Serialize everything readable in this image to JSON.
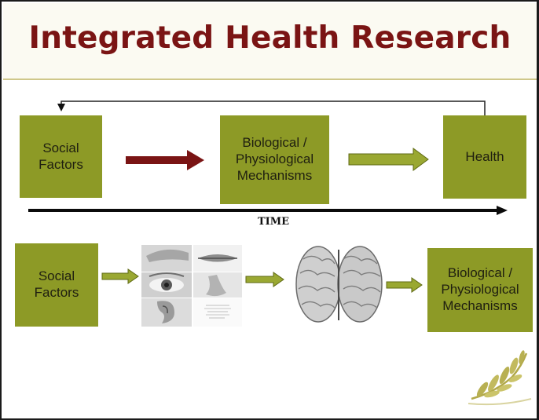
{
  "title": "Integrated Health Research",
  "row1": {
    "social_factors": [
      "Social",
      "Factors"
    ],
    "biological": [
      "Biological /",
      "Physiological",
      "Mechanisms"
    ],
    "health": "Health"
  },
  "time_label": "TIME",
  "row2": {
    "social_factors": [
      "Social",
      "Factors"
    ],
    "biological": [
      "Biological /",
      "Physiological",
      "Mechanisms"
    ]
  },
  "colors": {
    "title": "#7a1414",
    "box_fill": "#8d9a26",
    "dark_arrow": "#7a1414",
    "light_arrow": "#9aa832"
  },
  "icons": [
    "senses-collage-image",
    "brain-image",
    "laurel-branch-icon"
  ]
}
